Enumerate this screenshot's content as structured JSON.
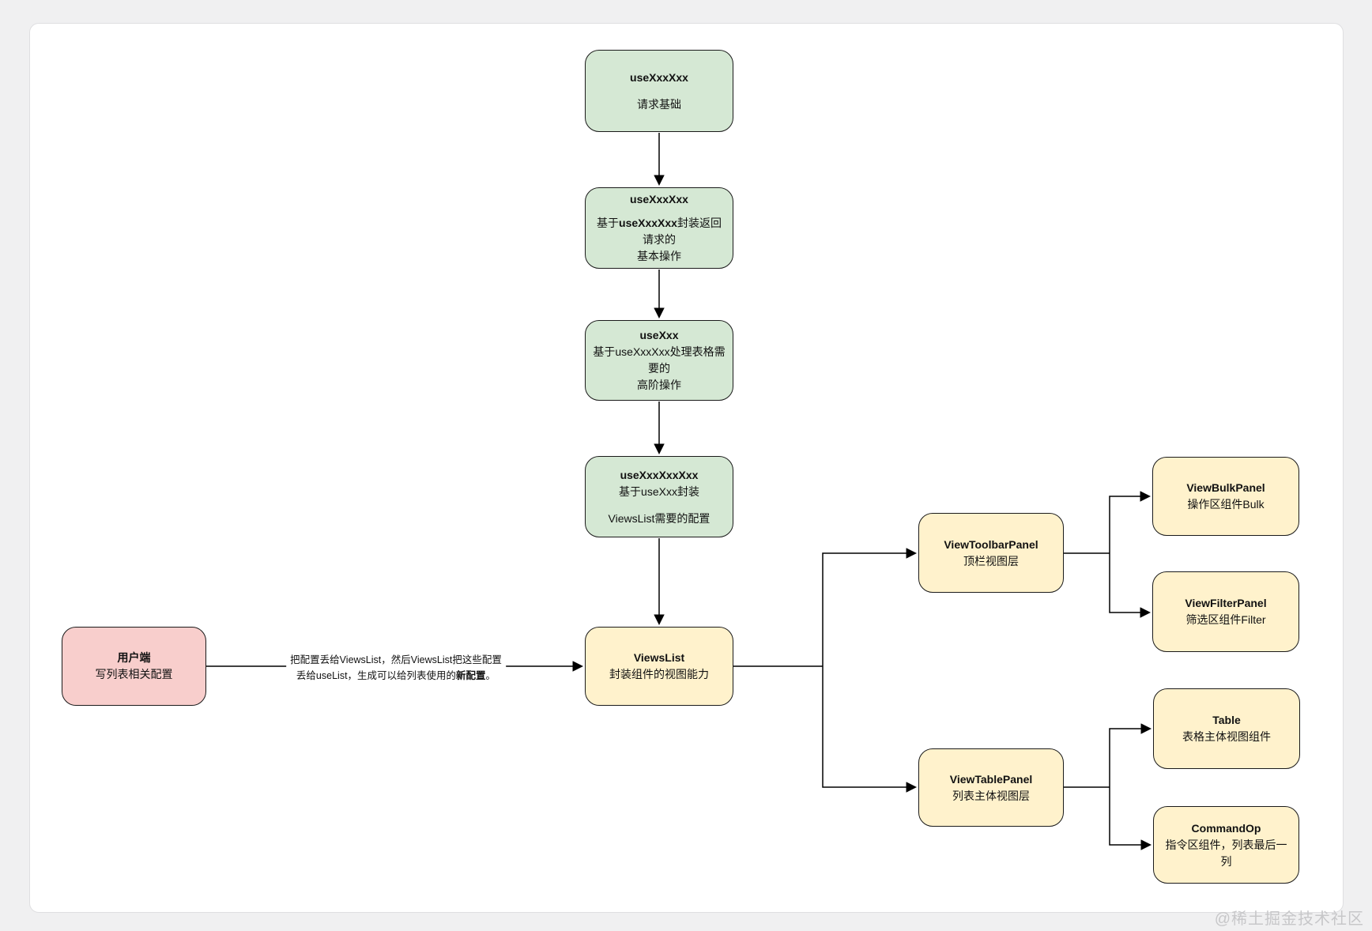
{
  "page": {
    "watermark": "@稀土掘金技术社区"
  },
  "colors": {
    "green_fill": "#d5e8d4",
    "yellow_fill": "#fff2cc",
    "pink_fill": "#f8cecc",
    "stroke": "#1a1a1a"
  },
  "nodes": {
    "use_request_base": {
      "title": "useXxxXxx",
      "body": "请求基础"
    },
    "use_basic_ops": {
      "title": "useXxxXxx",
      "line1_prefix": "基于",
      "line1_bold": "useXxxXxx",
      "line1_suffix": "封装返回请求的",
      "line2": "基本操作"
    },
    "use_higher_ops": {
      "title": "useXxx",
      "line1": "基于useXxxXxx处理表格需要的",
      "line2": "高阶操作"
    },
    "use_views_config": {
      "title": "useXxxXxxXxx",
      "line1": "基于useXxx封装",
      "line2": "ViewsList需要的配置"
    },
    "views_list": {
      "title": "ViewsList",
      "body": "封装组件的视图能力"
    },
    "client": {
      "title": "用户端",
      "body": "写列表相关配置"
    },
    "view_toolbar_panel": {
      "title": "ViewToolbarPanel",
      "body": "顶栏视图层"
    },
    "view_bulk_panel": {
      "title": "ViewBulkPanel",
      "body": "操作区组件Bulk"
    },
    "view_filter_panel": {
      "title": "ViewFilterPanel",
      "body": "筛选区组件Filter"
    },
    "view_table_panel": {
      "title": "ViewTablePanel",
      "body": "列表主体视图层"
    },
    "table": {
      "title": "Table",
      "body": "表格主体视图组件"
    },
    "command_op": {
      "title": "CommandOp",
      "body": "指令区组件，列表最后一列"
    }
  },
  "edge_label": {
    "line1": "把配置丢给ViewsList，然后ViewsList把这些配置",
    "line2_prefix": "丢给useList，生成可以给列表使用的",
    "line2_bold": "新配置",
    "line2_suffix": "。"
  }
}
